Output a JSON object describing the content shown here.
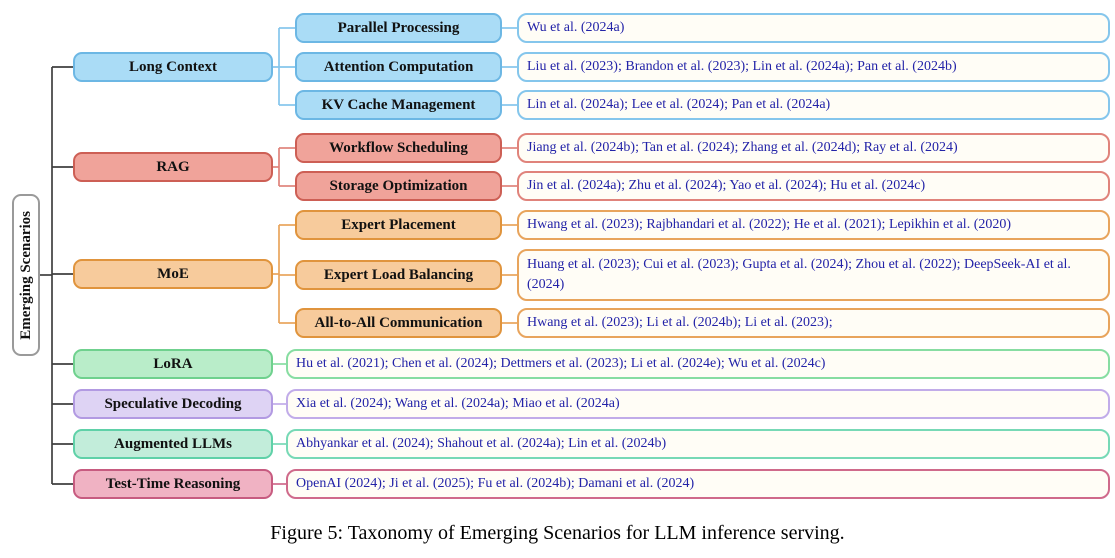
{
  "figure_caption": "Figure 5: Taxonomy of Emerging Scenarios for LLM inference serving.",
  "root_label": "Emerging Scenarios",
  "palette": {
    "trunk_line": "#3f3f3f",
    "root_border": "#9a9a9a",
    "leaf_fill": "#fffdf6",
    "citation_text": "#2323a8",
    "blue_fill": "#aadcf6",
    "blue_border": "#6cb7e4",
    "red_fill": "#f0a39a",
    "red_border": "#cd5f55",
    "orange_fill": "#f7cb9c",
    "orange_border": "#e0943d",
    "green_fill": "#b9edc9",
    "green_border": "#6fd18e",
    "purple_fill": "#ded3f4",
    "purple_border": "#b29ae2",
    "teal_fill": "#c2edda",
    "teal_border": "#5fd1a8",
    "pink_fill": "#f0b2c3",
    "pink_border": "#c75b80"
  },
  "branches": [
    {
      "label": "Long Context",
      "children": [
        {
          "label": "Parallel Processing",
          "refs": "Wu et al. (2024a)"
        },
        {
          "label": "Attention Computation",
          "refs": "Liu et al. (2023); Brandon et al. (2023); Lin et al. (2024a); Pan et al. (2024b)"
        },
        {
          "label": "KV Cache Management",
          "refs": "Lin et al. (2024a); Lee et al. (2024); Pan et al. (2024a)"
        }
      ]
    },
    {
      "label": "RAG",
      "children": [
        {
          "label": "Workflow Scheduling",
          "refs": "Jiang et al. (2024b); Tan et al. (2024); Zhang et al. (2024d); Ray et al. (2024)"
        },
        {
          "label": "Storage Optimization",
          "refs": "Jin et al. (2024a); Zhu et al. (2024); Yao et al. (2024); Hu et al. (2024c)"
        }
      ]
    },
    {
      "label": "MoE",
      "children": [
        {
          "label": "Expert Placement",
          "refs": "Hwang et al. (2023); Rajbhandari et al. (2022); He et al. (2021); Lepikhin et al. (2020)"
        },
        {
          "label": "Expert Load Balancing",
          "refs": "Huang et al. (2023); Cui et al. (2023); Gupta et al. (2024); Zhou et al. (2022); DeepSeek-AI et al. (2024)"
        },
        {
          "label": "All-to-All Communication",
          "refs": "Hwang et al. (2023); Li et al. (2024b); Li et al. (2023);"
        }
      ]
    },
    {
      "label": "LoRA",
      "refs": "Hu et al. (2021); Chen et al. (2024); Dettmers et al. (2023); Li et al. (2024e); Wu et al. (2024c)"
    },
    {
      "label": "Speculative Decoding",
      "refs": "Xia et al. (2024); Wang et al. (2024a); Miao et al. (2024a)"
    },
    {
      "label": "Augmented LLMs",
      "refs": "Abhyankar et al. (2024); Shahout et al. (2024a); Lin et al. (2024b)"
    },
    {
      "label": "Test-Time Reasoning",
      "refs": "OpenAI (2024); Ji et al. (2025); Fu et al. (2024b); Damani et al. (2024)"
    }
  ]
}
